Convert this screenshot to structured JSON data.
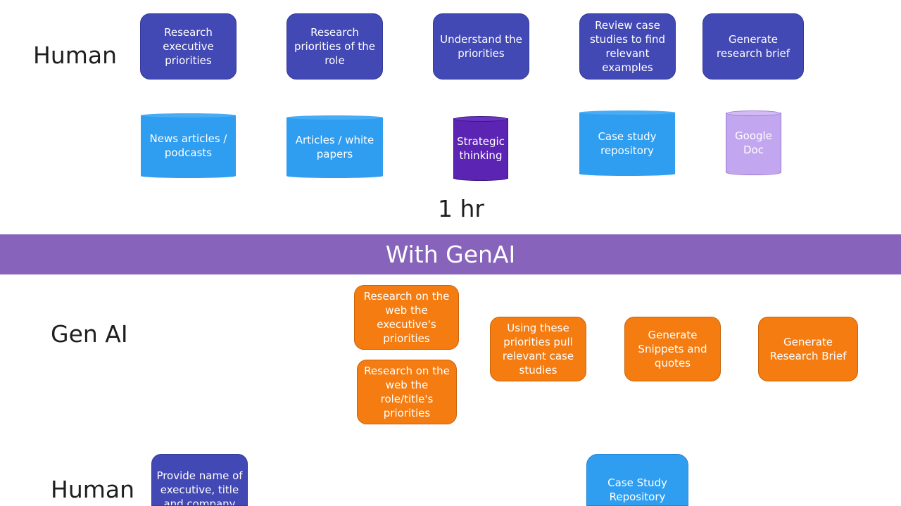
{
  "top_section": {
    "lane_label": "Human",
    "steps": [
      "Research executive priorities",
      "Research priorities of the role",
      "Understand the priorities",
      "Review case studies to find relevant examples",
      "Generate research brief"
    ],
    "resources": [
      "News articles / podcasts",
      "Articles / white papers",
      "Strategic thinking",
      "Case study repository",
      "Google Doc"
    ],
    "duration": "1 hr"
  },
  "banner": {
    "title": "With GenAI"
  },
  "genai_section": {
    "lane_label": "Gen AI",
    "steps": [
      "Research on the web the executive's priorities",
      "Research on the web the role/title's priorities",
      "Using these priorities pull relevant case studies",
      "Generate Snippets and quotes",
      "Generate Research Brief"
    ]
  },
  "human_section": {
    "lane_label": "Human",
    "steps": [
      "Provide name of executive, title and company"
    ],
    "resources": [
      "Case Study Repository"
    ]
  },
  "colors": {
    "human_step": "#4248b4",
    "genai_step": "#f47c11",
    "resource": "#2f9df0",
    "strategic": "#5b24b3",
    "google_doc": "#c3a6f0",
    "banner": "#8763bc"
  }
}
